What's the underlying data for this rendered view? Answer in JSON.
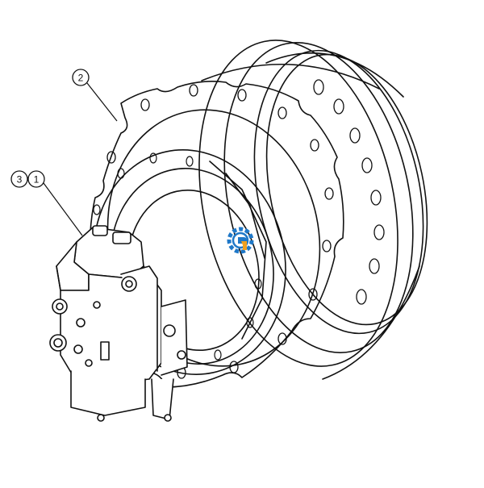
{
  "callouts": [
    {
      "id": "callout-2",
      "label": "2"
    },
    {
      "id": "callout-3",
      "label": "3"
    },
    {
      "id": "callout-1",
      "label": "1"
    }
  ],
  "colors": {
    "line": "#111111",
    "background": "#ffffff",
    "watermark_blue": "#1f78c8"
  },
  "watermark": {
    "icon": "gear-logo-icon"
  }
}
